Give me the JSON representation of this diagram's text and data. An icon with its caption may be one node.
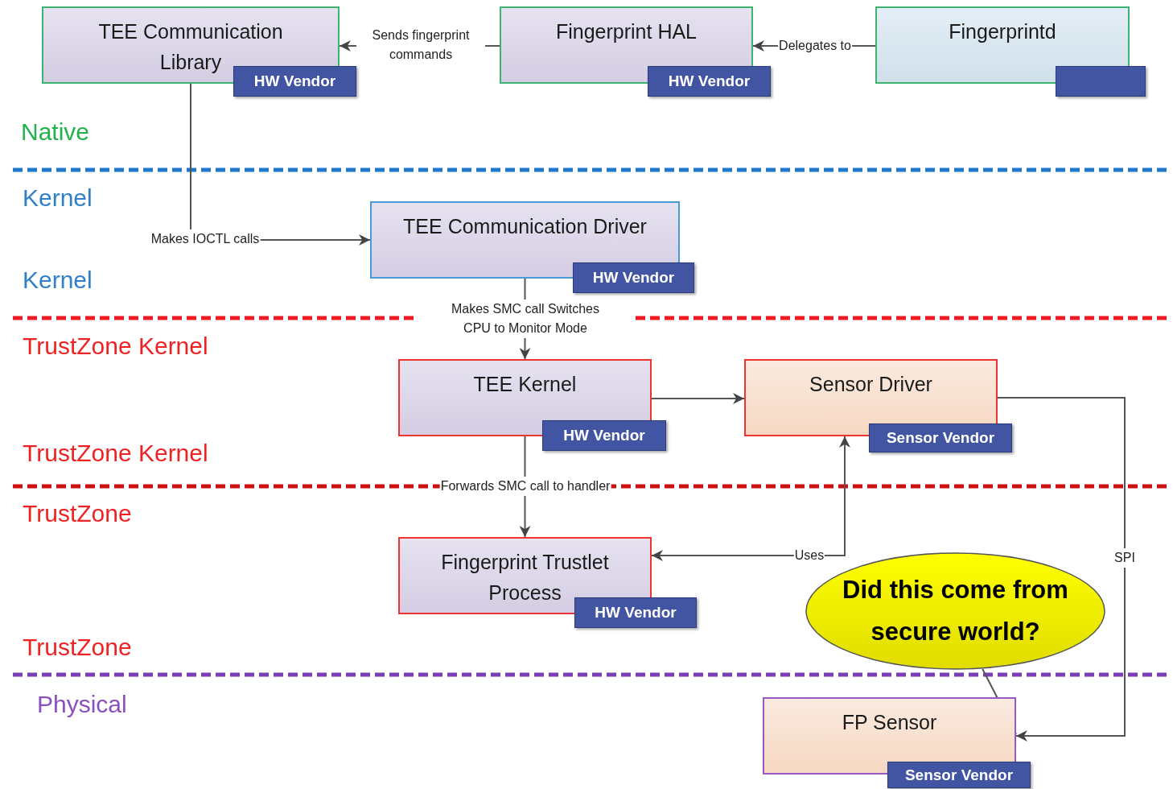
{
  "diagram": {
    "nodes": [
      {
        "text": [
          "TEE Communication Library"
        ]
      },
      {
        "text": [
          "HW Vendor"
        ]
      },
      {
        "text": [
          "Fingerprint HAL"
        ]
      },
      {
        "text": [
          "HW Vendor"
        ]
      },
      {
        "text": [
          "Fingerprintd"
        ]
      },
      {
        "text": [],
        "shape": "box"
      },
      {
        "text": [
          "TEE Communication Driver"
        ]
      },
      {
        "text": [
          "HW Vendor"
        ]
      },
      {
        "text": [
          "TEE Kernel"
        ]
      },
      {
        "text": [
          "HW Vendor"
        ]
      },
      {
        "text": [
          "Sensor Driver"
        ]
      },
      {
        "text": [
          "Sensor Vendor"
        ]
      },
      {
        "text": [
          "Fingerprint Trustlet Process"
        ]
      },
      {
        "text": [
          "HW Vendor"
        ]
      },
      {
        "text": [
          "Did this come from secure world?"
        ]
      },
      {
        "text": [
          "FP Sensor"
        ]
      },
      {
        "text": [
          "Sensor Vendor"
        ]
      }
    ],
    "edges": [
      {
        "from": 2,
        "to": 0,
        "arrow": "to",
        "label": "Sends fingerprint commands"
      },
      {
        "from": 4,
        "to": 2,
        "arrow": "to",
        "label": "Delegates to"
      },
      {
        "from": 0,
        "to": 6,
        "arrow": "to",
        "label": "Makes IOCTL calls"
      },
      {
        "from": 6,
        "to": 8,
        "arrow": "to",
        "label": "Makes SMC call Switches CPU to Monitor Mode"
      },
      {
        "from": 8,
        "to": 10,
        "arrow": "to"
      },
      {
        "from": 8,
        "to": 12,
        "arrow": "to",
        "label": "Forwards SMC call to handler"
      },
      {
        "from": 12,
        "to": 10,
        "arrow": "both",
        "label": "Uses"
      },
      {
        "from": 10,
        "to": 15,
        "arrow": "to",
        "label": "SPI"
      },
      {
        "from": 14,
        "to": 15,
        "arrow": "none"
      }
    ],
    "labels": [
      "Native",
      "Kernel",
      "Kernel",
      "TrustZone Kernel",
      "TrustZone Kernel",
      "TrustZone",
      "TrustZone",
      "Physical"
    ]
  }
}
